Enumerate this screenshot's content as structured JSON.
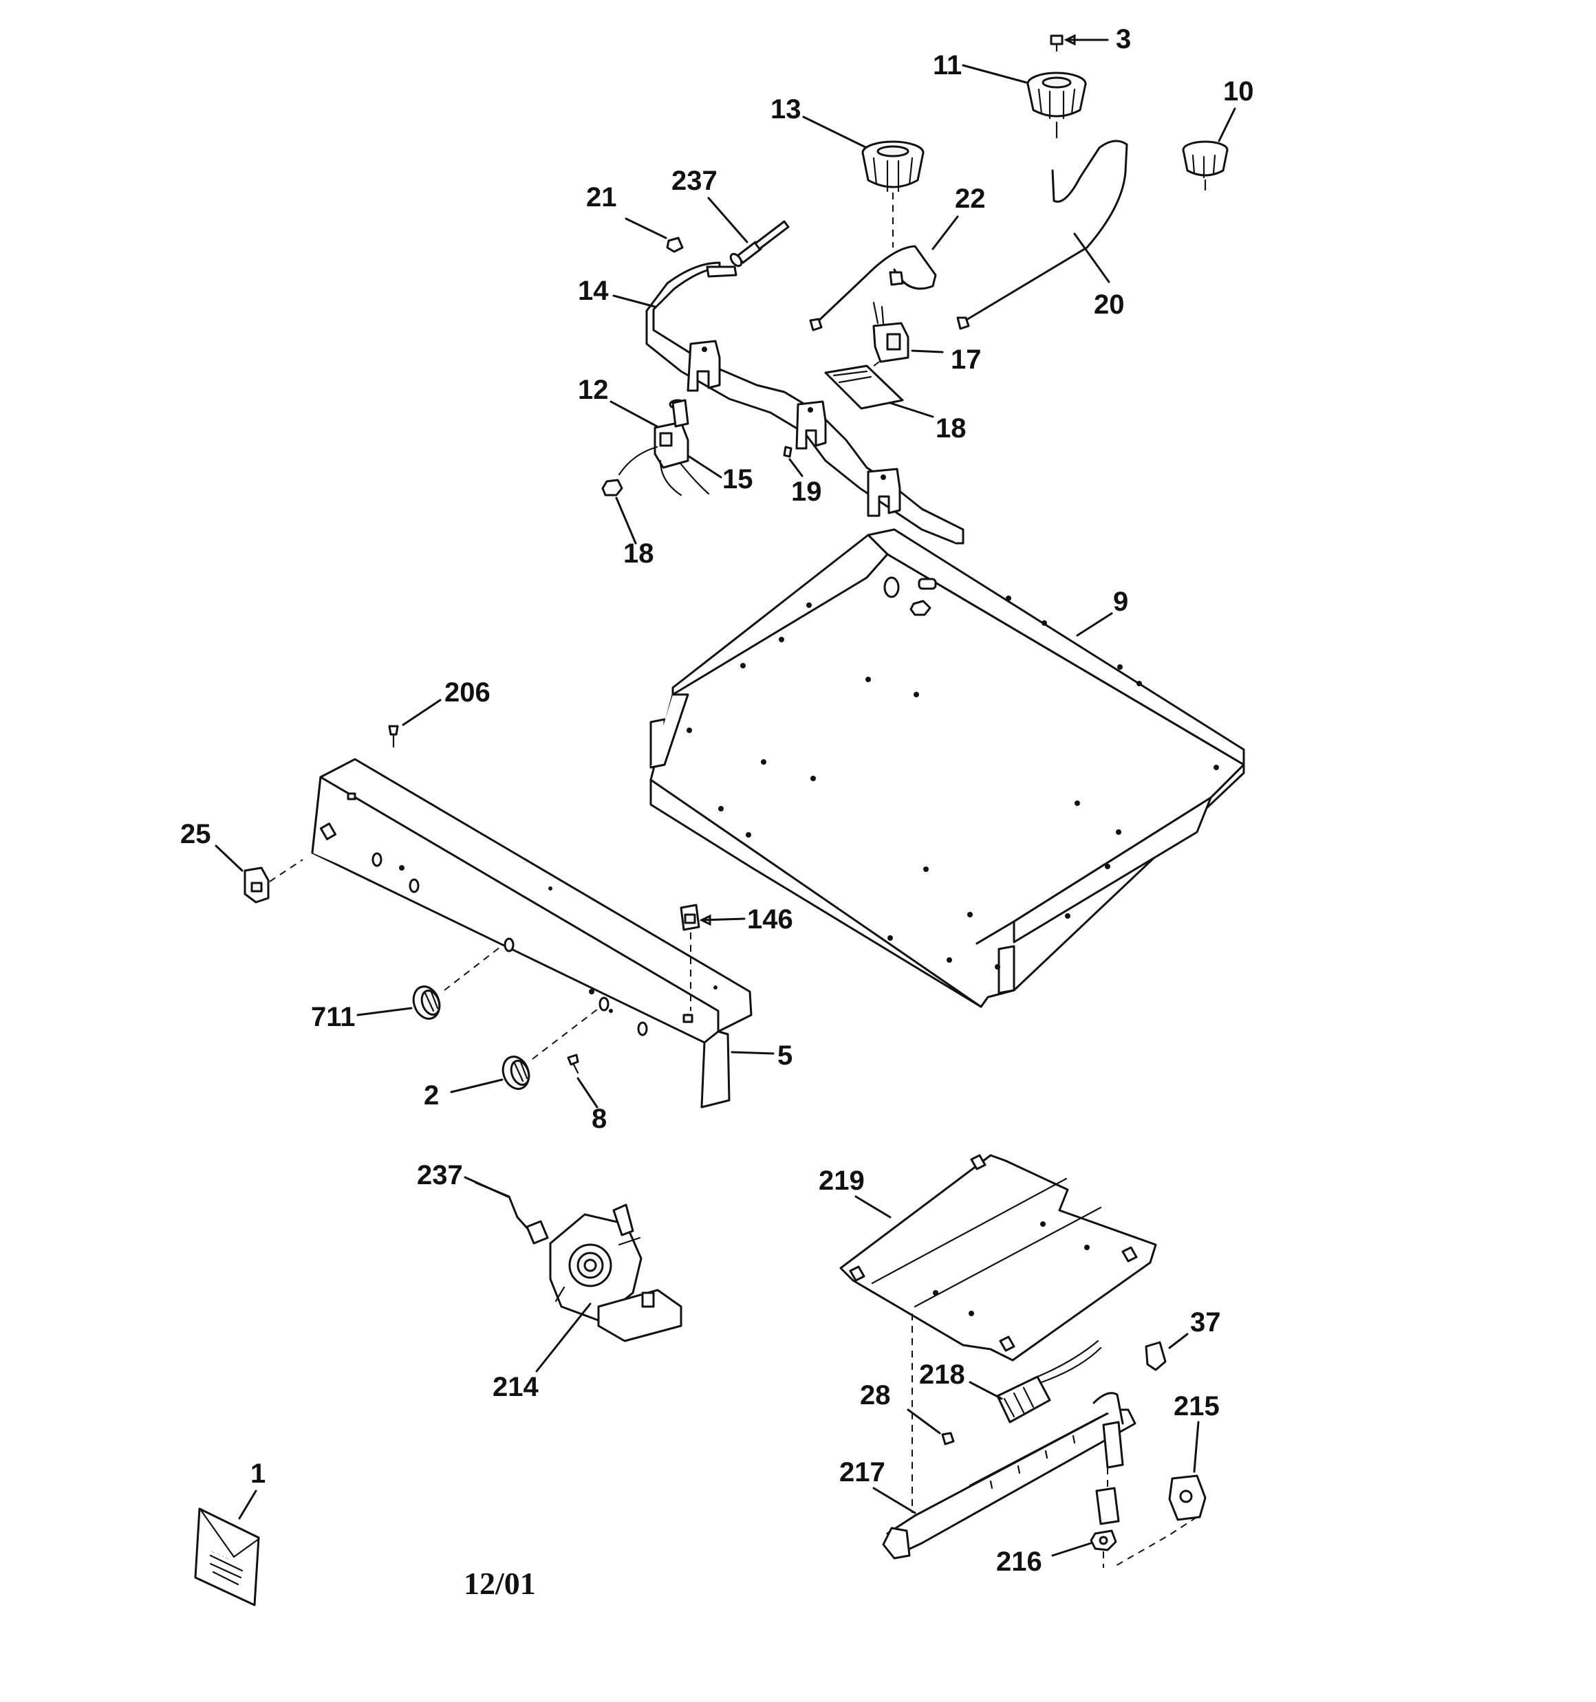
{
  "callouts": {
    "c3": "3",
    "c11": "11",
    "c10": "10",
    "c13": "13",
    "c21": "21",
    "c237_top": "237",
    "c22": "22",
    "c14": "14",
    "c20": "20",
    "c17": "17",
    "c12": "12",
    "c18_right": "18",
    "c15": "15",
    "c19": "19",
    "c18_left": "18",
    "c9": "9",
    "c206": "206",
    "c25": "25",
    "c146": "146",
    "c711": "711",
    "c5": "5",
    "c2": "2",
    "c8": "8",
    "c237_bottom": "237",
    "c219": "219",
    "c214": "214",
    "c37": "37",
    "c218": "218",
    "c28": "28",
    "c215": "215",
    "c217": "217",
    "c1": "1",
    "c216": "216"
  },
  "footer": {
    "date": "12/01"
  },
  "colors": {
    "ink": "#111111",
    "paper": "#ffffff"
  }
}
